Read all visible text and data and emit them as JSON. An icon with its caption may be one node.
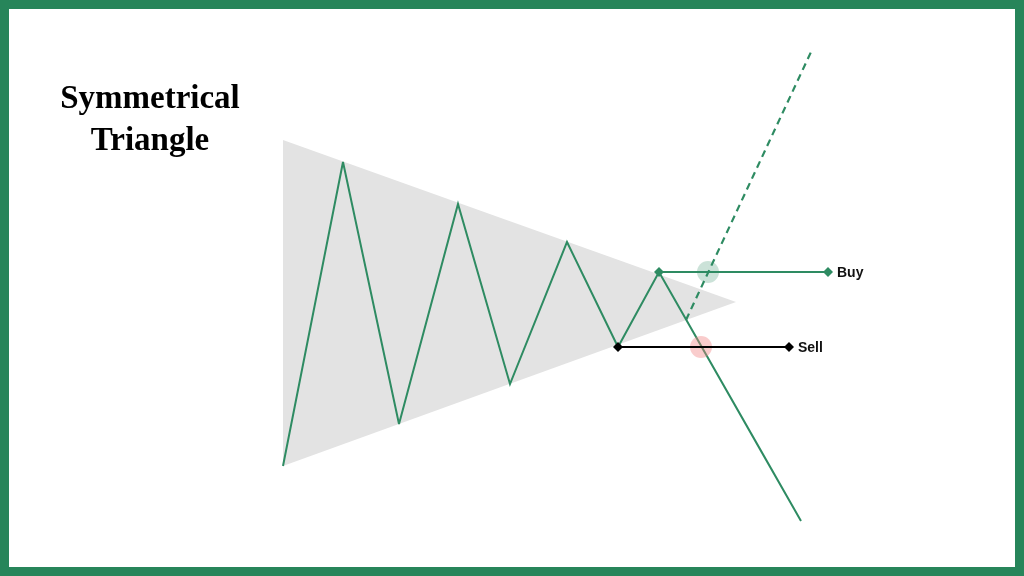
{
  "diagram": {
    "title": "Symmetrical Triangle",
    "labels": [
      "Buy",
      "Sell"
    ]
  }
}
